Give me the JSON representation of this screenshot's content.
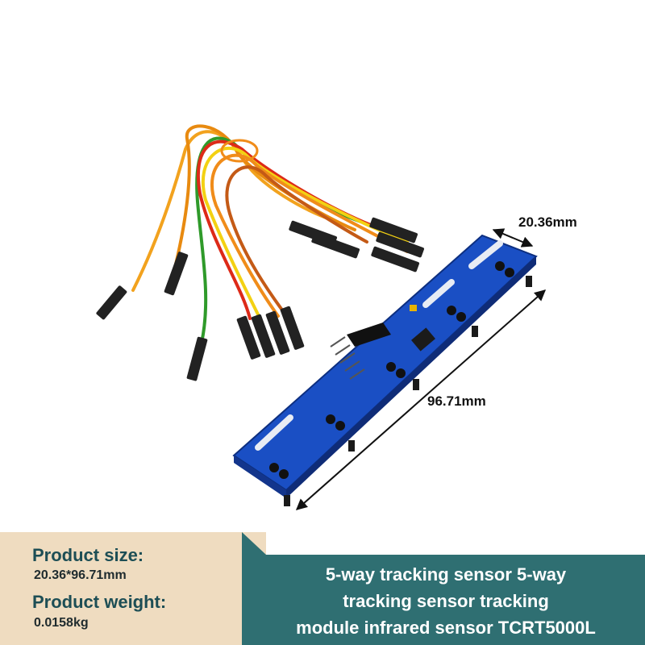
{
  "dimensions": {
    "width_label": "20.36mm",
    "length_label": "96.71mm"
  },
  "specs": {
    "size_heading": "Product size:",
    "size_value": "20.36*96.71mm",
    "weight_heading": "Product weight:",
    "weight_value": "0.0158kg"
  },
  "title": {
    "lines": [
      "5-way tracking sensor 5-way",
      "tracking sensor tracking",
      "module infrared sensor TCRT5000L"
    ]
  },
  "colors": {
    "pcb": "#1a4fc4",
    "info_left_bg": "#efdcc0",
    "info_right_bg": "#2f6f72",
    "heading_text": "#1d4e55"
  },
  "icons": {
    "product": "sensor-board-image",
    "wires": "jumper-wires-image"
  }
}
